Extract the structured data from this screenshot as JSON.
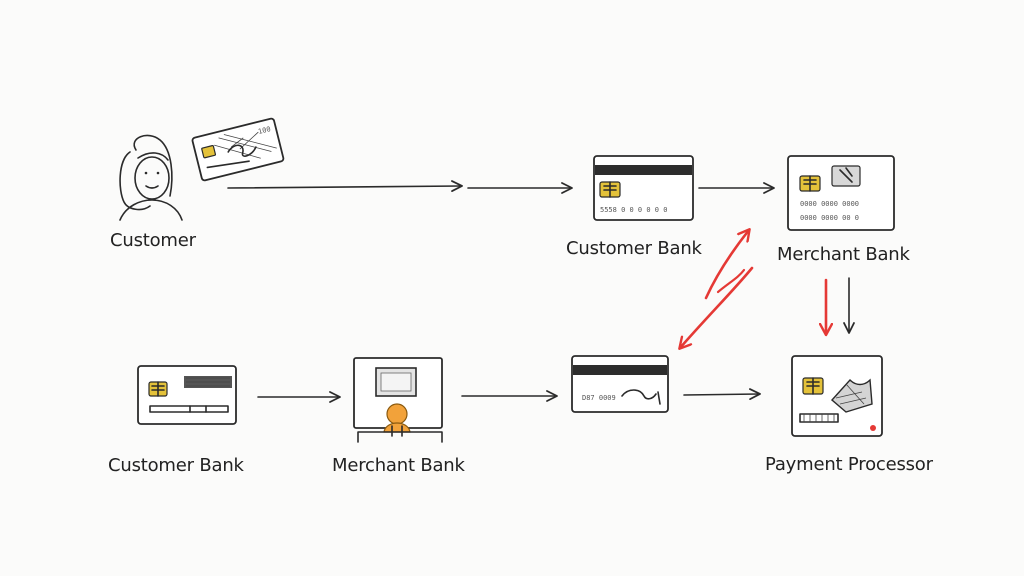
{
  "labels": {
    "customer": "Customer",
    "customer_bank_top": "Customer Bank",
    "merchant_bank_top": "Merchant Bank",
    "customer_bank_bottom": "Customer Bank",
    "merchant_bank_bottom": "Merchant Bank",
    "payment_processor": "Payment Processor"
  },
  "colors": {
    "ink": "#2b2b2b",
    "accent_red": "#e53935",
    "chip_gold": "#e4c23a",
    "person_orange": "#f2a23a"
  },
  "icons": [
    "person-sketch-icon",
    "credit-card-icon",
    "monitor-icon",
    "arrow-right-icon",
    "arrow-down-icon"
  ]
}
